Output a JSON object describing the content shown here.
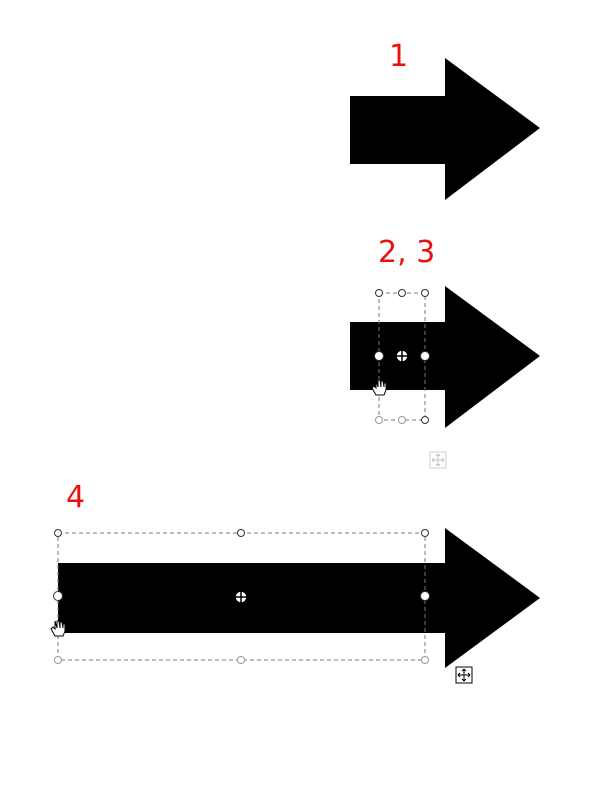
{
  "steps": [
    {
      "label": "1"
    },
    {
      "label": "2, 3"
    },
    {
      "label": "4"
    }
  ],
  "colors": {
    "label": "#e8110f",
    "arrow": "#000000",
    "handle": "#444444",
    "selection": "#666666"
  },
  "icons": {
    "center_handle": "crosshair-circle-icon",
    "cursor": "hand-cursor-icon",
    "move": "move-arrows-icon"
  }
}
